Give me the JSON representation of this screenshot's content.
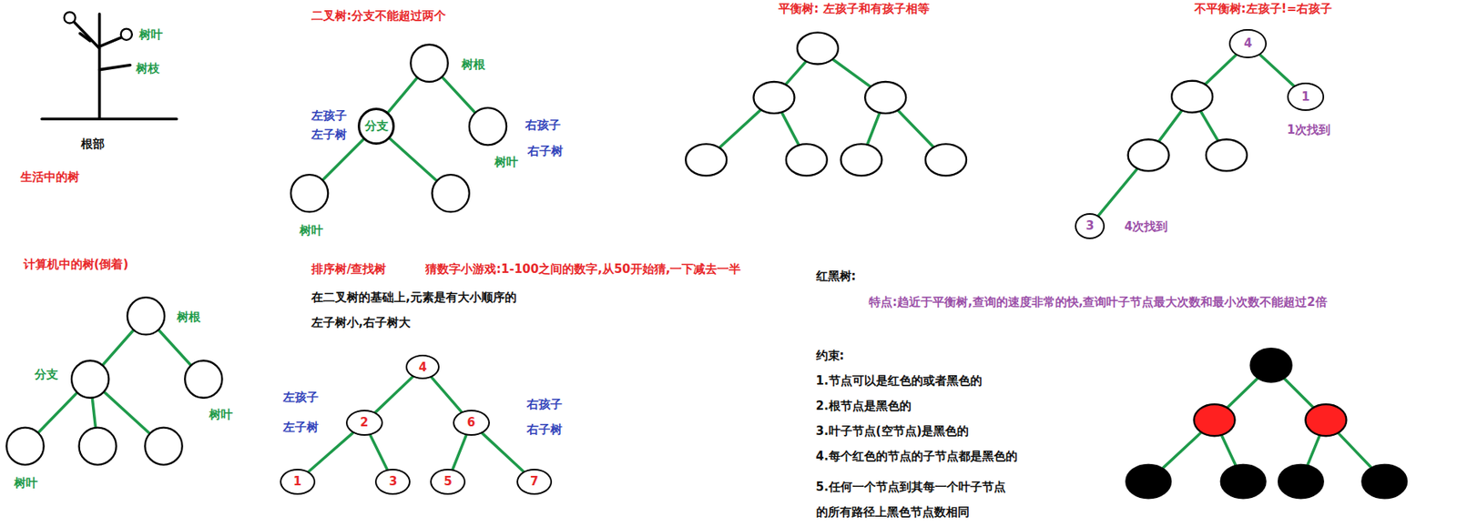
{
  "diagram": {
    "nodes": [
      {
        "text": [
          "分支"
        ]
      },
      {
        "text": [
          "4"
        ]
      },
      {
        "text": [
          "2"
        ]
      },
      {
        "text": [
          "6"
        ]
      },
      {
        "text": [
          "1"
        ]
      },
      {
        "text": [
          "3"
        ]
      },
      {
        "text": [
          "5"
        ]
      },
      {
        "text": [
          "7"
        ]
      },
      {
        "text": [
          "4"
        ]
      },
      {
        "text": [
          "1"
        ]
      },
      {
        "text": [
          "3"
        ]
      }
    ],
    "edges": [
      {
        "from": 1,
        "to": 2,
        "arrow": "none"
      },
      {
        "from": 1,
        "to": 3,
        "arrow": "none"
      },
      {
        "from": 2,
        "to": 4,
        "arrow": "none"
      },
      {
        "from": 2,
        "to": 5,
        "arrow": "none"
      },
      {
        "from": 3,
        "to": 6,
        "arrow": "none"
      },
      {
        "from": 3,
        "to": 7,
        "arrow": "none"
      },
      {
        "from": 8,
        "to": 9,
        "arrow": "none"
      }
    ],
    "labels": [
      "树叶",
      "树枝",
      "根部",
      "生活中的树",
      "计算机中的树(倒着)",
      "树根",
      "分支",
      "树叶",
      "树叶",
      "二叉树:分支不能超过两个",
      "树根",
      "左孩子",
      "左子树",
      "右孩子",
      "右子树",
      "树叶",
      "树叶",
      "排序树/查找树",
      "猜数字小游戏:1-100之间的数字,从50开始猜,一下减去一半",
      "在二叉树的基础上,元素是有大小顺序的",
      "左子树小,右子树大",
      "左孩子",
      "左子树",
      "右孩子",
      "右子树",
      "平衡树: 左孩子和有孩子相等",
      "不平衡树:左孩子!=右孩子",
      "1次找到",
      "4次找到",
      "红黑树:",
      "特点:趋近于平衡树,查询的速度非常的快,查询叶子节点最大次数和最小次数不能超过2倍",
      "约束:",
      "1.节点可以是红色的或者黑色的",
      "2.根节点是黑色的",
      "3.叶子节点(空节点)是黑色的",
      "4.每个红色的节点的子节点都是黑色的",
      "5.任何一个节点到其每一个叶子节点 的所有路径上黑色节点数相同"
    ]
  }
}
